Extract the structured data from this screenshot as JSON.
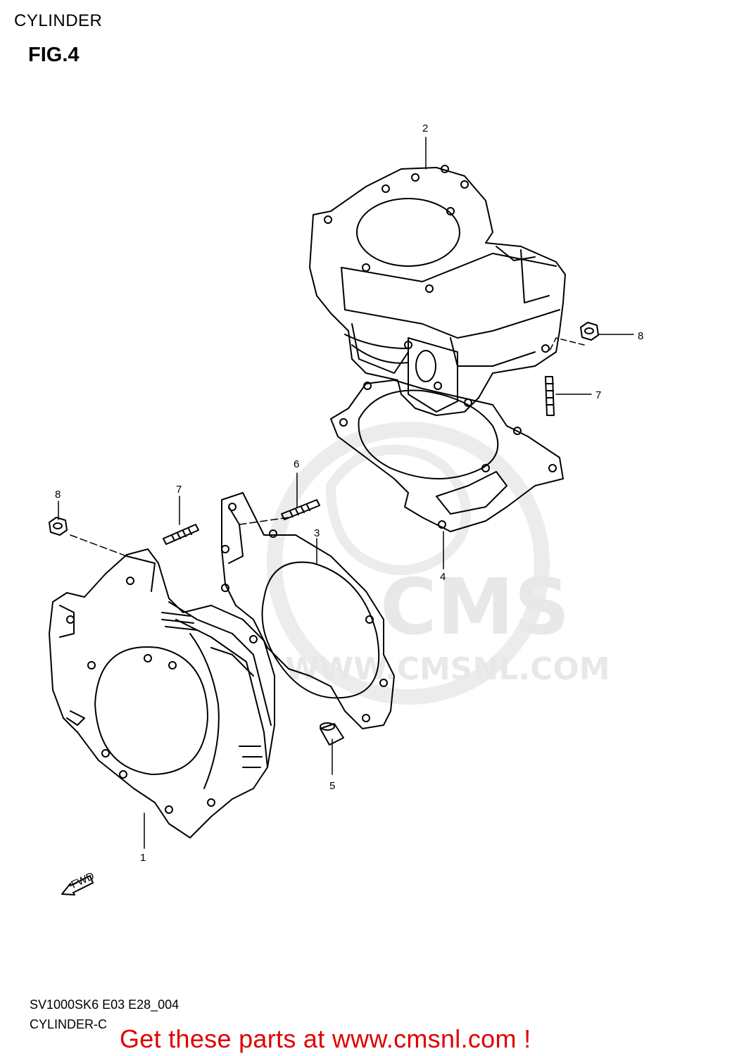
{
  "header": {
    "title": "CYLINDER",
    "figure": "FIG.4"
  },
  "watermark": {
    "logo_text": "CMS",
    "site": "WWW.CMSNL.COM",
    "color": "#e8e8e8"
  },
  "callouts": [
    {
      "id": "1",
      "label": "1"
    },
    {
      "id": "2",
      "label": "2"
    },
    {
      "id": "3",
      "label": "3"
    },
    {
      "id": "4",
      "label": "4"
    },
    {
      "id": "5",
      "label": "5"
    },
    {
      "id": "6",
      "label": "6"
    },
    {
      "id": "7a",
      "label": "7"
    },
    {
      "id": "7b",
      "label": "7"
    },
    {
      "id": "8a",
      "label": "8"
    },
    {
      "id": "8b",
      "label": "8"
    }
  ],
  "fwd_label": "FWD",
  "footer": {
    "code_line1": "SV1000SK6 E03 E28_004",
    "code_line2": "CYLINDER-C",
    "cta": "Get these parts at www.cmsnl.com !",
    "cta_color": "#e00000"
  }
}
